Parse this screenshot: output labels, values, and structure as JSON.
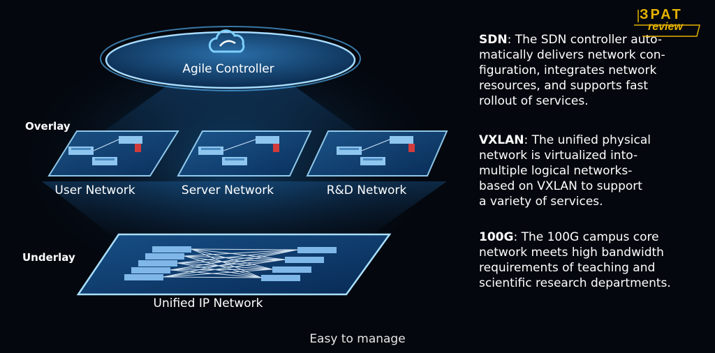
{
  "diagram": {
    "controller_label": "Agile Controller",
    "overlay_label": "Overlay",
    "underlay_label": "Underlay",
    "networks": [
      "User Network",
      "Server Network",
      "R&D Network"
    ],
    "ip_network_label": "Unified IP Network"
  },
  "right_panel": {
    "items": [
      {
        "term": "SDN",
        "lines": [
          ": The SDN controller auto-",
          "matically delivers network con-",
          "figuration, integrates network",
          "resources, and supports fast",
          "rollout of services."
        ]
      },
      {
        "term": "VXLAN",
        "lines": [
          ": The unified physical",
          "network is virtualized into-",
          "multiple logical networks-",
          "based on VXLAN to support",
          "a variety of services."
        ]
      },
      {
        "term": "100G",
        "lines": [
          ": The 100G campus core",
          "network meets high bandwidth",
          "requirements of teaching and",
          "scientific research departments."
        ]
      }
    ]
  },
  "caption": "Easy to manage",
  "watermark": {
    "line1": "ЗРАТ",
    "line2": "review"
  },
  "colors": {
    "background": "#04070d",
    "plane_edge": "#8fd3ff",
    "plane_fill": "#0c3a66",
    "accent_logo": "#e5b200"
  }
}
